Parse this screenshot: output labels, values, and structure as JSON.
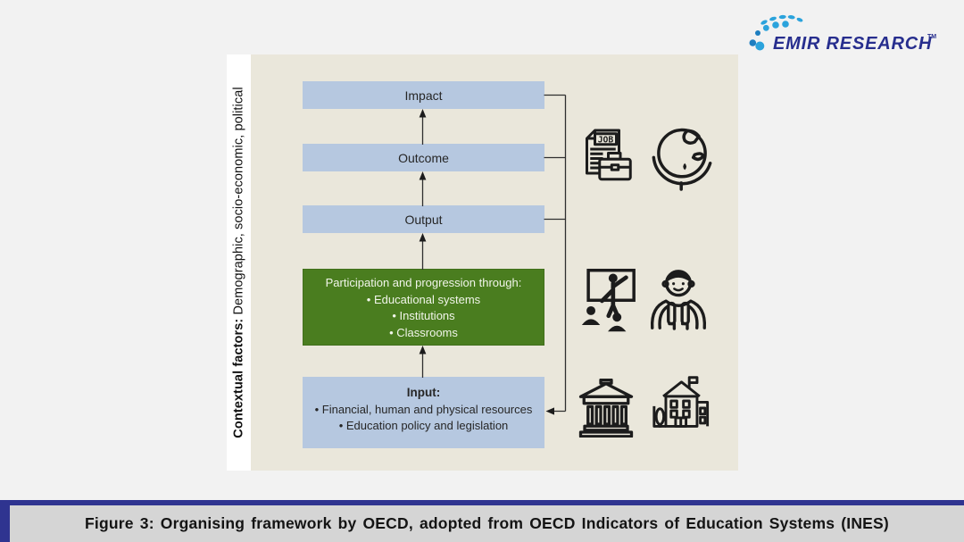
{
  "logo": {
    "text": "EMIR RESEARCH",
    "tm": "TM"
  },
  "contextual": {
    "bold": "Contextual factors:",
    "rest": " Demographic, socio-economic, political"
  },
  "diagram": {
    "impact": "Impact",
    "outcome": "Outcome",
    "output": "Output",
    "participation": {
      "title": "Participation and progression through:",
      "bullets": [
        "• Educational systems",
        "• Institutions",
        "• Classrooms"
      ]
    },
    "input": {
      "title": "Input:",
      "bullets": [
        "• Financial, human and physical resources",
        "• Education policy and legislation"
      ]
    }
  },
  "icons": {
    "top": [
      "job-market-icon",
      "globe-icon"
    ],
    "middle": [
      "classroom-icon",
      "student-icon"
    ],
    "bottom": [
      "institution-icon",
      "school-icon"
    ]
  },
  "job_icon_text": "JOB",
  "caption": "Figure 3: Organising framework by OECD, adopted from OECD Indicators of Education Systems (INES)",
  "colors": {
    "page_bg": "#f2f2f2",
    "panel_bg": "#eae7db",
    "strip_bg": "#ffffff",
    "blue_box": "#b6c8e0",
    "green_box": "#4a7d1f",
    "line": "#2f2f2f",
    "caption_bg": "#d5d5d5",
    "caption_navy": "#2f3490",
    "logo_navy": "#272e8e",
    "logo_blue": "#2ba3dc",
    "logo_blue_dark": "#1d7ec0"
  }
}
